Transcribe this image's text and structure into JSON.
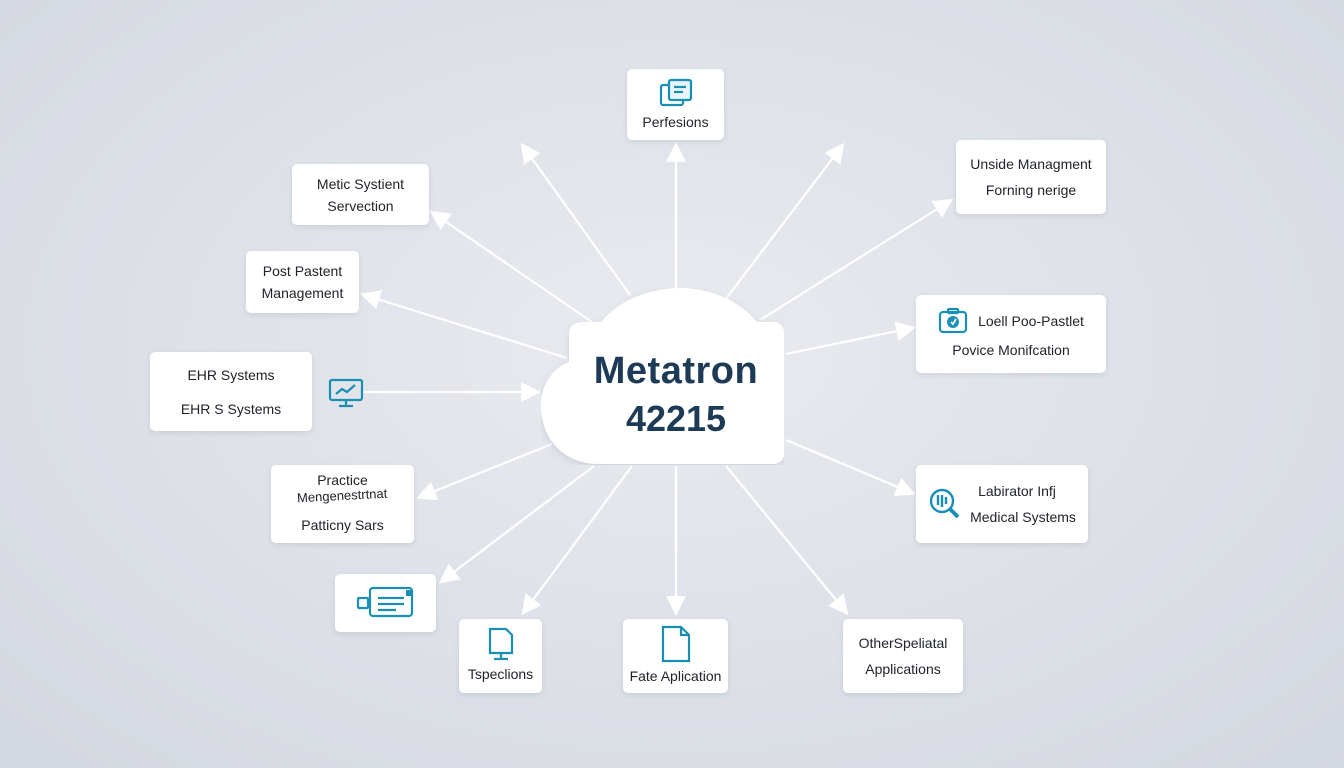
{
  "hub": {
    "title": "Metatron",
    "subtitle": "42215"
  },
  "nodes": {
    "top": {
      "label": "Perfesions",
      "icon": "document-stack-icon"
    },
    "metic": {
      "line1": "Metic Systient",
      "line2": "Servection"
    },
    "post_patient": {
      "line1": "Post Pastent",
      "line2": "Management"
    },
    "ehr": {
      "line1": "EHR Systems",
      "line2": "EHR S Systems"
    },
    "practice": {
      "line1": "Practice",
      "line2": "Mengenestrtnat",
      "line3": "Patticny Sars"
    },
    "card_icon": {
      "icon": "credit-card-icon"
    },
    "tspections": {
      "label": "Tspeclions",
      "icon": "monitor-document-icon"
    },
    "fate": {
      "label": "Fate Aplication",
      "icon": "file-icon"
    },
    "other": {
      "line1": "OtherSpeliatal",
      "line2": "Applications"
    },
    "lab": {
      "line1": "Labirator Infj",
      "line2": "Medical Systems",
      "icon": "lab-search-icon"
    },
    "loell": {
      "line1": "Loell Poo-Pastlet",
      "line2": "Povice Monifcation",
      "icon": "device-monitor-icon"
    },
    "unside": {
      "line1": "Unside Managment",
      "line2": "Forning nerige"
    }
  },
  "colors": {
    "accent": "#1a8fb5",
    "hub_text": "#1d3a57",
    "line": "#ffffff"
  }
}
